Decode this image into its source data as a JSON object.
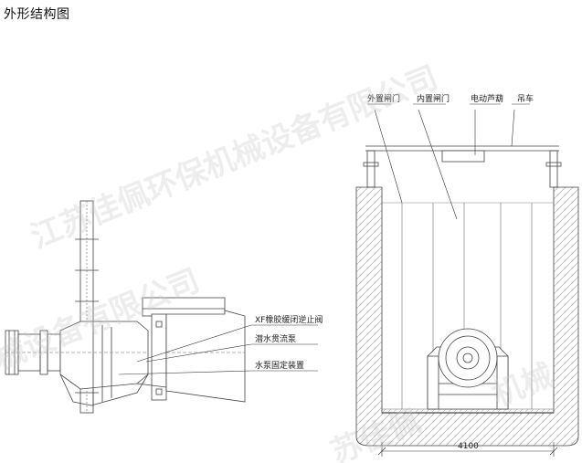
{
  "title": "外形结构图",
  "labels": {
    "check_valve": "XF橡胶缓闭逆止阀",
    "pump": "潜水贯流泵",
    "pump_mount": "水泵固定装置",
    "outer_gate": "外置闸门",
    "inner_gate": "内置闸门",
    "hoist": "电动芦葫",
    "crane": "吊车",
    "width_dim": "4100"
  },
  "watermark": {
    "text": "江苏佳佩环保机械设备有限公司",
    "fragment_1": "械设备有限公司",
    "fragment_2": "苏佳佩",
    "fragment_3": "机械"
  }
}
